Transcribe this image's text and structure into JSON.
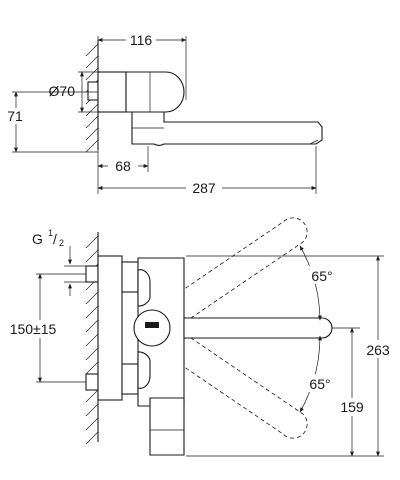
{
  "top_view": {
    "dim_width_top": "116",
    "dim_diameter": "Ø70",
    "dim_height": "71",
    "dim_to_spout": "68",
    "dim_total_length": "287"
  },
  "front_view": {
    "thread_label": "G",
    "thread_num": "1",
    "thread_den": "2",
    "dim_inlet_spacing": "150±15",
    "angle_upper": "65°",
    "angle_lower": "65°",
    "dim_total_height": "263",
    "dim_spout_height": "159"
  }
}
